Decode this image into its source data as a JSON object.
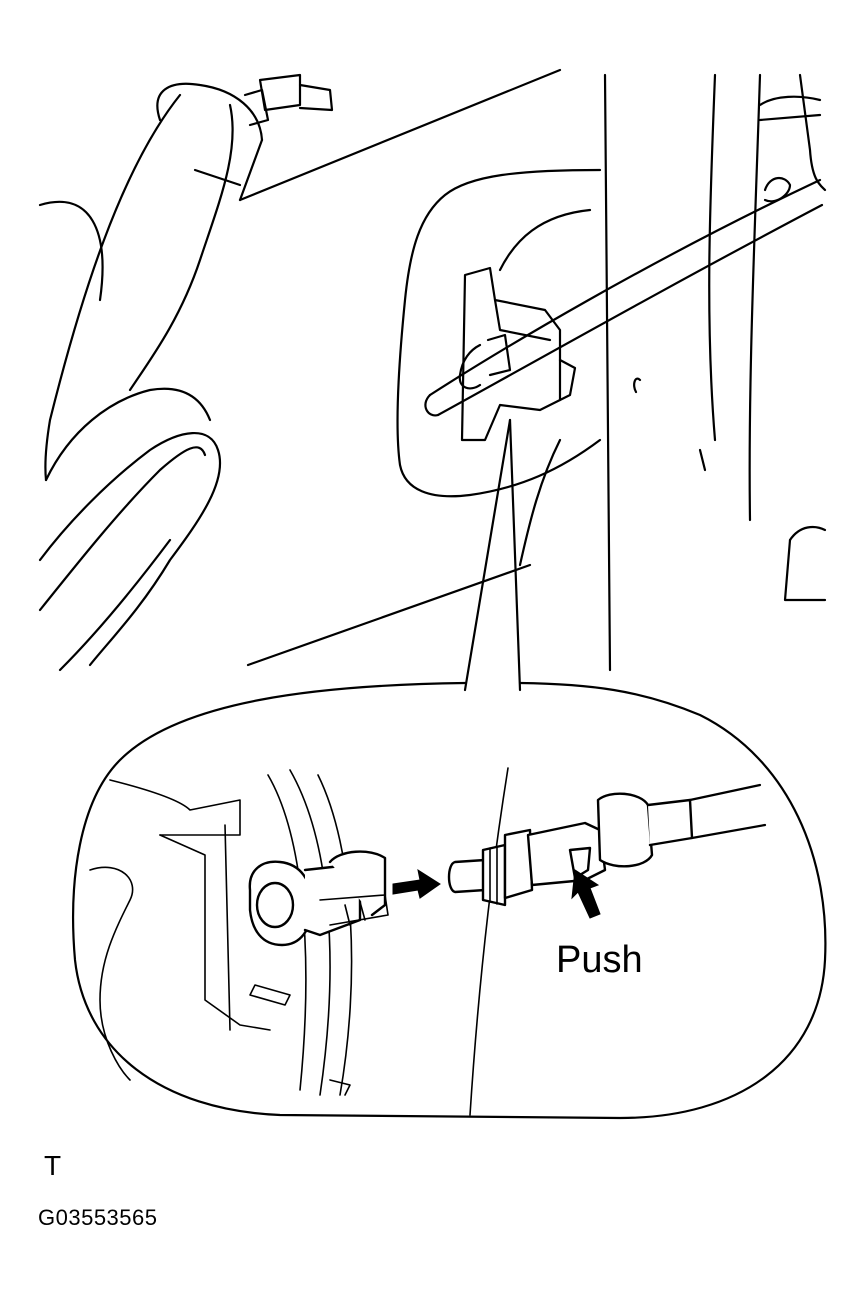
{
  "callout": {
    "push_label": "Push"
  },
  "footer": {
    "corner_code": "T",
    "figure_id": "G03553565"
  },
  "colors": {
    "line": "#000000",
    "background": "#ffffff"
  }
}
